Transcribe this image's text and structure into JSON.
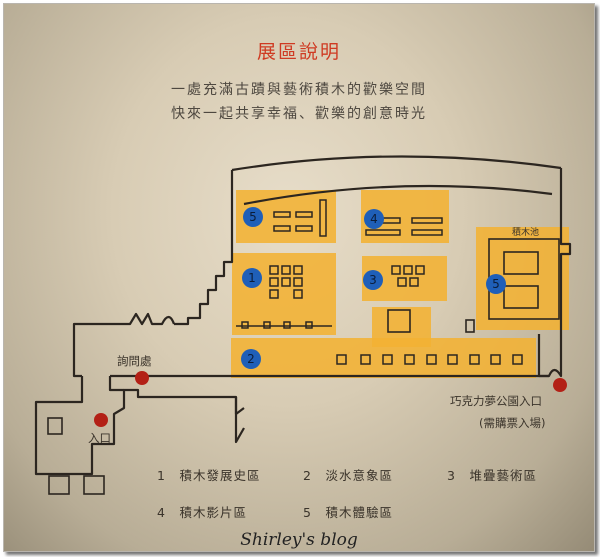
{
  "title": "展區說明",
  "subtitle_line1": "一處充滿古蹟與藝術積木的歡樂空間",
  "subtitle_line2": "快來一起共享幸福、歡樂的創意時光",
  "map_labels": {
    "wood_pool": "積木池",
    "info_desk": "詢問處",
    "entrance": "入口",
    "chocolate_entrance": "巧克力夢公園入口",
    "ticket_note": "(需購票入場)"
  },
  "zone_numbers": [
    "1",
    "2",
    "3",
    "4",
    "5",
    "5"
  ],
  "legend": [
    {
      "num": "1",
      "text": "積木發展史區"
    },
    {
      "num": "2",
      "text": "淡水意象區"
    },
    {
      "num": "3",
      "text": "堆疊藝術區"
    },
    {
      "num": "4",
      "text": "積木影片區"
    },
    {
      "num": "5",
      "text": "積木體驗區"
    }
  ],
  "legend_text": {
    "l1": "1　積木發展史區",
    "l2": "2　淡水意象區",
    "l3": "3　堆疊藝術區",
    "l4": "4　積木影片區",
    "l5": "5　積木體驗區"
  },
  "watermark": "Shirley's blog",
  "colors": {
    "title_red": "#cf3a22",
    "zone_orange": "#f2b233",
    "marker_blue": "#1f5fb8",
    "marker_red": "#b32016"
  }
}
